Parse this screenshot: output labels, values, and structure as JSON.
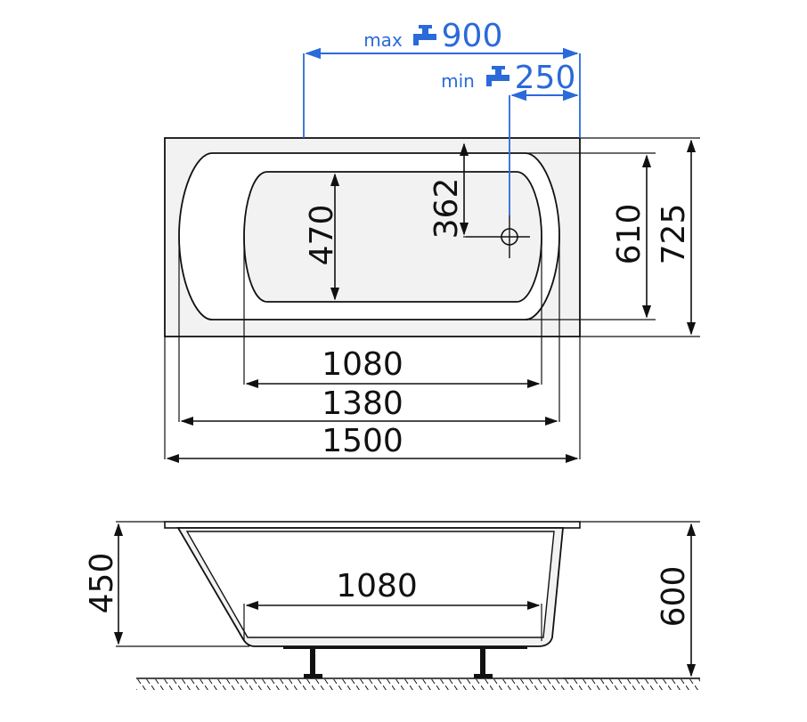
{
  "colors": {
    "line": "#111111",
    "accent_blue": "#2a6ad9",
    "fill_light": "#f2f2f2",
    "background": "#ffffff"
  },
  "top_view": {
    "faucet_max": {
      "prefix": "max",
      "value": "900",
      "icon": "faucet-icon"
    },
    "faucet_min": {
      "prefix": "min",
      "value": "250",
      "icon": "faucet-icon"
    },
    "dims": {
      "inner_depth": "470",
      "drain_offset": "362",
      "inner_width": "610",
      "outer_width": "725",
      "inner_length": "1080",
      "rim_length": "1380",
      "outer_length": "1500"
    }
  },
  "side_view": {
    "dims": {
      "inner_height": "450",
      "outer_height": "600",
      "bottom_length": "1080"
    }
  }
}
